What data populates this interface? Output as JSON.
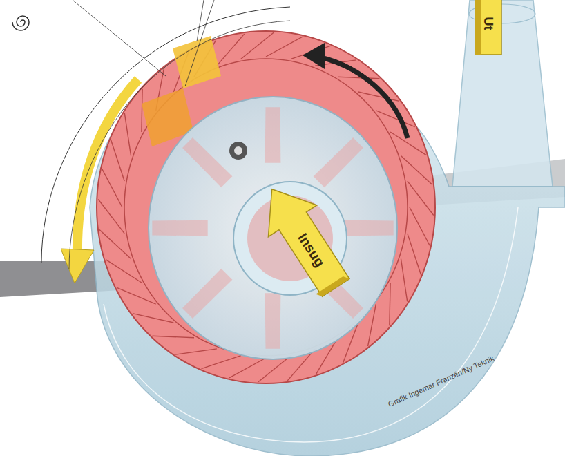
{
  "diagram": {
    "nodes": [
      {
        "text": [
          "Insug"
        ]
      },
      {
        "text": [
          "Ut"
        ]
      }
    ],
    "labels": [
      "Grafik Ingemar Franzén/Ny Teknik"
    ]
  }
}
